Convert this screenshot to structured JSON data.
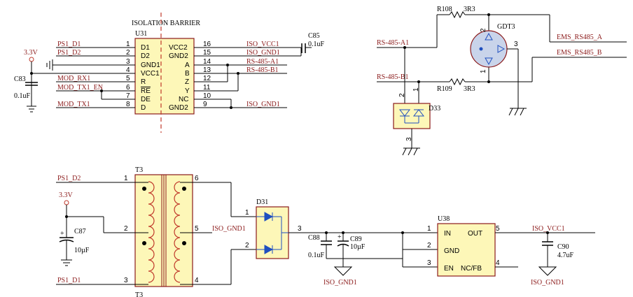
{
  "u31": {
    "barrier_label": "ISOLATION BARRIER",
    "ref": "U31",
    "left_pins": [
      {
        "num": "1",
        "name": "D1",
        "net": "PS1_D1"
      },
      {
        "num": "2",
        "name": "D2",
        "net": "PS1_D2"
      },
      {
        "num": "3",
        "name": "GND1",
        "net": ""
      },
      {
        "num": "4",
        "name": "VCC1",
        "net": ""
      },
      {
        "num": "5",
        "name": "R",
        "net": "MOD_RX1"
      },
      {
        "num": "6",
        "name": "RE",
        "net": "MOD_TX1_EN"
      },
      {
        "num": "7",
        "name": "DE",
        "net": ""
      },
      {
        "num": "8",
        "name": "D",
        "net": "MOD_TX1"
      }
    ],
    "right_pins": [
      {
        "num": "16",
        "name": "VCC2",
        "net": "ISO_VCC1"
      },
      {
        "num": "15",
        "name": "GND2",
        "net": "ISO_GND1"
      },
      {
        "num": "14",
        "name": "A",
        "net": "RS-485-A1"
      },
      {
        "num": "13",
        "name": "B",
        "net": "RS-485-B1"
      },
      {
        "num": "12",
        "name": "Z",
        "net": ""
      },
      {
        "num": "11",
        "name": "Y",
        "net": ""
      },
      {
        "num": "10",
        "name": "NC",
        "net": ""
      },
      {
        "num": "9",
        "name": "GND2",
        "net": "ISO_GND1"
      }
    ],
    "supply_label": "3.3V",
    "c83": {
      "ref": "C83",
      "value": "0.1uF"
    },
    "c85": {
      "ref": "C85",
      "value": "0.1uF"
    }
  },
  "protection": {
    "r108": {
      "ref": "R108",
      "value": "3R3"
    },
    "r109": {
      "ref": "R109",
      "value": "3R3"
    },
    "gdt": {
      "ref": "GDT3",
      "pin_top": "2",
      "pin_right": "3",
      "pin_bottom": "1"
    },
    "d33": {
      "ref": "D33",
      "pin_2": "2",
      "pin_1": "1",
      "pin_3": "3"
    },
    "in_a": "RS-485-A1",
    "in_b": "RS-485-B1",
    "out_a": "EMS_RS485_A",
    "out_b": "EMS_RS485_B"
  },
  "t3": {
    "ref": "T3",
    "ref_bottom": "T3",
    "net_pin1": "PS1_D2",
    "net_pin3": "PS1_D1",
    "pin1": "1",
    "pin2": "2",
    "pin3": "3",
    "pin4": "4",
    "pin5": "5",
    "pin6": "6",
    "net_pin5": "ISO_GND1",
    "supply_label": "3.3V",
    "c87": {
      "ref": "C87",
      "value": "10µF"
    }
  },
  "d31": {
    "ref": "D31",
    "pin1": "1",
    "pin2": "2",
    "pin3": "3"
  },
  "output": {
    "c88": {
      "ref": "C88",
      "value": "0.1uF"
    },
    "c89": {
      "ref": "C89",
      "value": "10µF"
    },
    "gnd1": "ISO_GND1",
    "u38": {
      "ref": "U38",
      "in_label": "IN",
      "out_label": "OUT",
      "gnd_label": "GND",
      "en_label": "EN",
      "ncfb_label": "NC/FB",
      "pin1": "1",
      "pin2": "2",
      "pin3": "3",
      "pin4": "4",
      "pin5": "5"
    },
    "vcc_net": "ISO_VCC1",
    "c90": {
      "ref": "C90",
      "value": "4.7uF"
    },
    "gnd2": "ISO_GND1"
  },
  "colors": {
    "ic_fill": "#fdf7b8",
    "symbol_outline": "#8b1a1a",
    "coil": "#c0392b",
    "diode": "#1f4fbf"
  }
}
